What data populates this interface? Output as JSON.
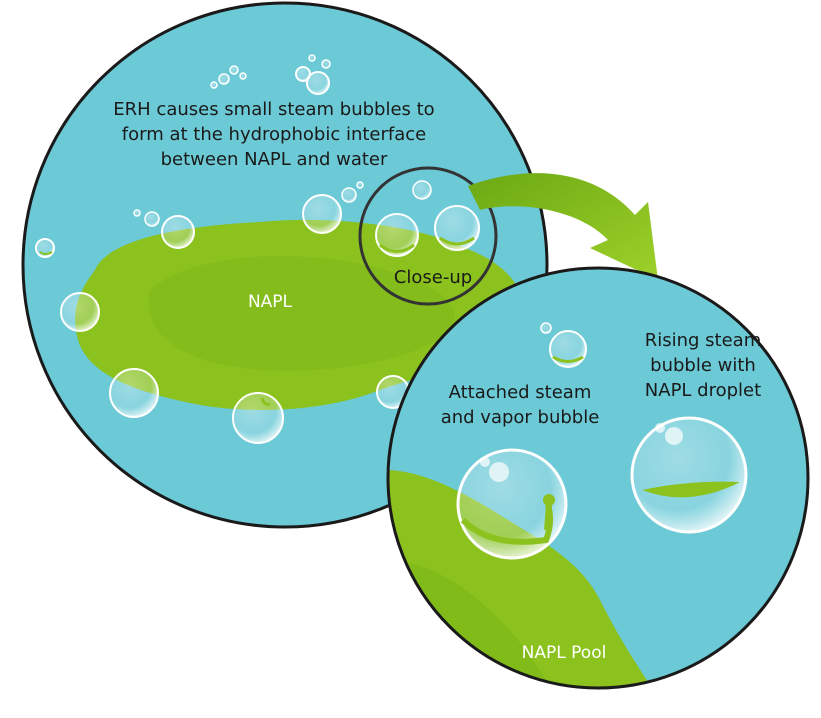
{
  "caption_lines": [
    "ERH causes small steam bubbles to",
    "form at the hydrophobic interface",
    "between NAPL and water"
  ],
  "napl_label": "NAPL",
  "closeup_label": "Close-up",
  "attached_lines": [
    "Attached steam",
    "and vapor bubble"
  ],
  "rising_lines": [
    "Rising steam",
    "bubble with",
    "NAPL droplet"
  ],
  "pool_label": "NAPL Pool",
  "colors": {
    "water": "#6cc9d6",
    "napl": "#8cc21e",
    "napl_dark": "#7ab515",
    "outline": "#1a1a1a",
    "arrow": "#79b81a"
  }
}
